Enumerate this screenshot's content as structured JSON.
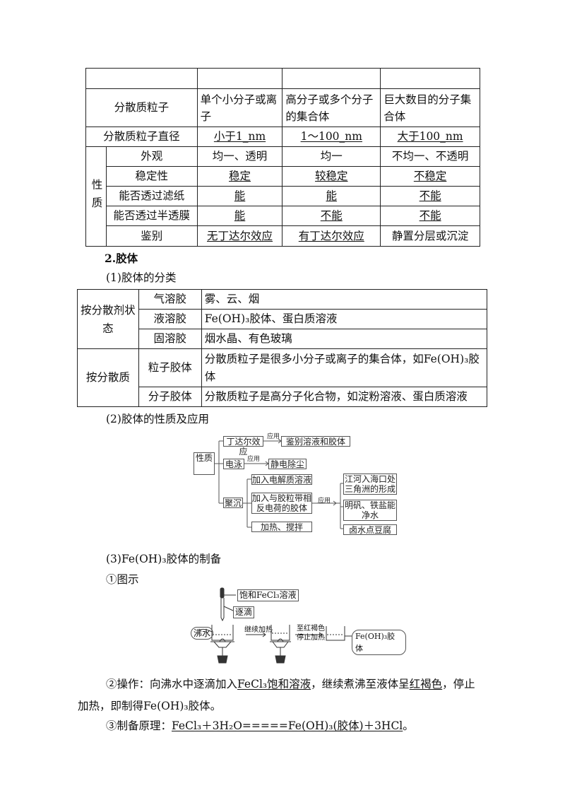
{
  "compare_table": {
    "rows": [
      {
        "label": "分散质粒子",
        "c1": "单个小分子或离子",
        "c2": "高分子或多个分子的集合体",
        "c3": "巨大数目的分子集合体"
      },
      {
        "label": "分散质粒子直径",
        "c1": "小于1_nm",
        "c2": "1～100_nm",
        "c3": "大于100_nm"
      }
    ],
    "nature_label": "性质",
    "nature_rows": [
      {
        "label": "外观",
        "c1": "均一、透明",
        "c2": "均一",
        "c3": "不均一、不透明"
      },
      {
        "label": "稳定性",
        "c1": "稳定",
        "c2": "较稳定",
        "c3": "不稳定"
      },
      {
        "label": "能否透过滤纸",
        "c1": "能",
        "c2": "能",
        "c3": "不能"
      },
      {
        "label": "能否透过半透膜",
        "c1": "能",
        "c2": "不能",
        "c3": "不能"
      },
      {
        "label": "鉴别",
        "c1": "无丁达尔效应",
        "c2": "有丁达尔效应",
        "c3": "静置分层或沉淀"
      }
    ]
  },
  "section2_title": "2.胶体",
  "sub1_title": "(1)胶体的分类",
  "classify_table": {
    "group1": "按分散剂状态",
    "group1_rows": [
      {
        "type": "气溶胶",
        "desc": "雾、云、烟"
      },
      {
        "type": "液溶胶",
        "desc": "Fe(OH)₃胶体、蛋白质溶液"
      },
      {
        "type": "固溶胶",
        "desc": "烟水晶、有色玻璃"
      }
    ],
    "group2": "按分散质",
    "group2_rows": [
      {
        "type": "粒子胶体",
        "desc": "分散质粒子是很多小分子或离子的集合体，如Fe(OH)₃胶体"
      },
      {
        "type": "分子胶体",
        "desc": "分散质粒子是高分子化合物，如淀粉溶液、蛋白质溶液"
      }
    ]
  },
  "sub2_title": "(2)胶体的性质及应用",
  "diagram": {
    "root": "性质",
    "tyndall": "丁达尔效应",
    "tyndall_app": "鉴别溶液和胶体",
    "electro": "电泳",
    "electro_app": "静电除尘",
    "coag": "聚沉",
    "coag_methods": [
      "加入电解质溶液",
      "加入与胶粒带相反电荷的胶体",
      "加热、搅拌"
    ],
    "coag_apps": [
      "江河入海口处三角洲的形成",
      "明矾、铁盐能净水",
      "卤水点豆腐"
    ],
    "app_label": "应用"
  },
  "sub3_title": "(3)Fe(OH)₃胶体的制备",
  "figure_title": "①图示",
  "figure": {
    "reagent": "饱和FeCl₃溶液",
    "drip": "逐滴",
    "boiling": "沸水",
    "step1": "继续加热",
    "step2a": "至红褐色",
    "step2b": "停止加热",
    "product": "Fe(OH)₃胶体"
  },
  "operation": {
    "prefix": "②操作：向沸水中逐滴加入",
    "u1": "FeCl₃饱和溶液",
    "mid": "，继续煮沸至液体呈",
    "u2": "红褐色",
    "suffix": "，停止",
    "line2": "加热，即制得Fe(OH)₃胶体。"
  },
  "principle": {
    "prefix": "③制备原理：",
    "equation": "FeCl₃＋3H₂O=====Fe(OH)₃(胶体)＋3HCl",
    "suffix": "。"
  }
}
